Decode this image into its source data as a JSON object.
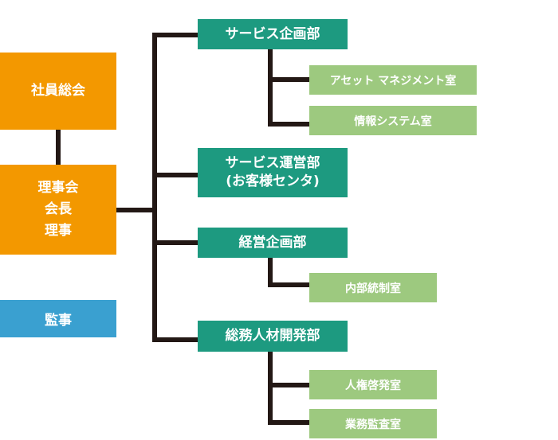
{
  "top": {
    "general_meeting": "社員総会",
    "board": [
      "理事会",
      "会長",
      "理事"
    ],
    "auditor": "監事"
  },
  "departments": [
    {
      "name": [
        "サービス企画部"
      ],
      "children": [
        "アセット マネジメント室",
        "情報システム室"
      ]
    },
    {
      "name": [
        "サービス運営部",
        "(お客様センタ)"
      ],
      "children": []
    },
    {
      "name": [
        "経営企画部"
      ],
      "children": [
        "内部統制室"
      ]
    },
    {
      "name": [
        "総務人材開発部"
      ],
      "children": [
        "人権啓発室",
        "業務監査室"
      ]
    }
  ],
  "colors": {
    "top_box": "#f39800",
    "auditor_box": "#3aa0d0",
    "department_box": "#1d9a80",
    "office_box": "#9dc97f",
    "connector": "#231815"
  }
}
